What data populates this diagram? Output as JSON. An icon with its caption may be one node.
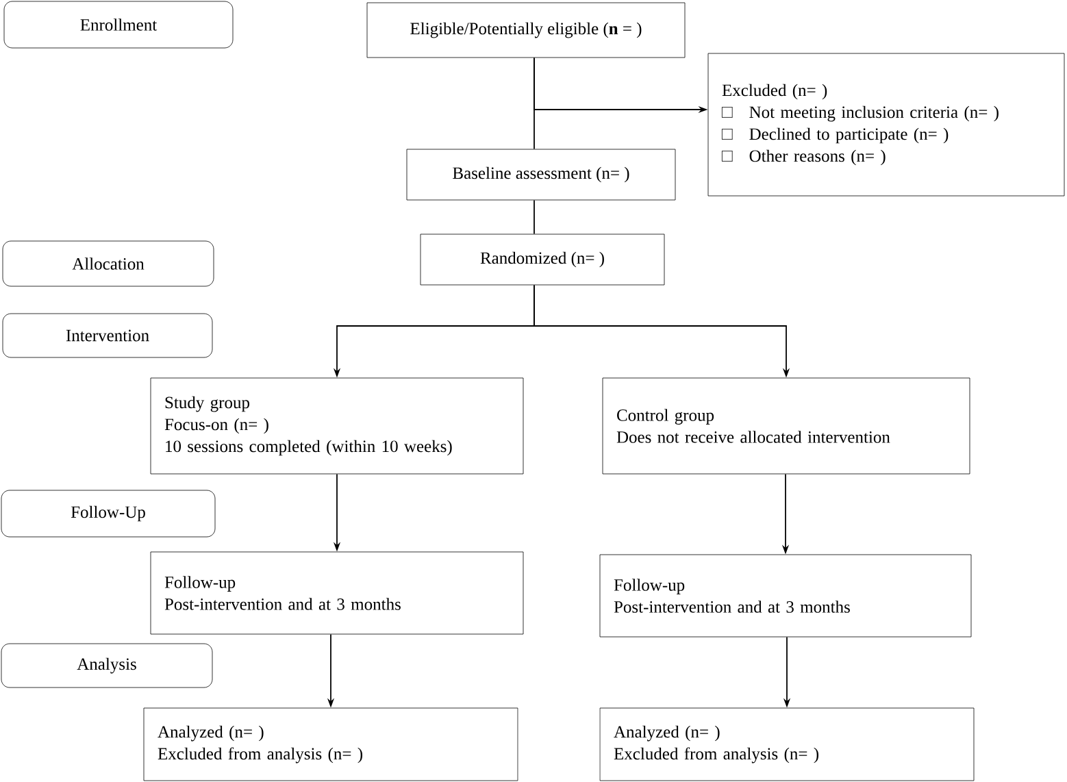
{
  "diagram": {
    "nodes": [
      {
        "text": [
          "Enrollment"
        ]
      },
      {
        "text": [
          "Eligible/Potentially eligible (**n** = )"
        ]
      },
      {
        "text": [
          "Excluded (n=  )",
          "Not meeting inclusion criteria (n=  )",
          "Declined to participate (n=  )",
          "Other reasons (n=  )"
        ]
      },
      {
        "text": [
          "Baseline assessment (n=  )"
        ]
      },
      {
        "text": [
          "Allocation"
        ]
      },
      {
        "text": [
          "Randomized (n=  )"
        ]
      },
      {
        "text": [
          "Intervention"
        ]
      },
      {
        "text": [
          "Study group",
          "Focus-on (n=  )",
          "10 sessions completed (within 10 weeks)"
        ]
      },
      {
        "text": [
          "Control group",
          "Does not receive allocated intervention"
        ]
      },
      {
        "text": [
          "Follow-Up"
        ]
      },
      {
        "text": [
          "Follow-up",
          "Post-intervention and at 3 months"
        ]
      },
      {
        "text": [
          "Follow-up",
          "Post-intervention and at 3 months"
        ]
      },
      {
        "text": [
          "Analysis"
        ]
      },
      {
        "text": [
          "Analyzed  (n=  )",
          "Excluded from analysis (n=  )"
        ]
      },
      {
        "text": [
          "Analyzed  (n=  )",
          "Excluded from analysis (n=  )"
        ]
      }
    ],
    "edges": [
      {
        "from": 1,
        "to": 3,
        "arrow": "none"
      },
      {
        "from": 1,
        "to": 2,
        "arrow": "to"
      },
      {
        "from": 3,
        "to": 5,
        "arrow": "none"
      },
      {
        "from": 5,
        "to": 7,
        "arrow": "to"
      },
      {
        "from": 5,
        "to": 8,
        "arrow": "to"
      },
      {
        "from": 7,
        "to": 10,
        "arrow": "to"
      },
      {
        "from": 8,
        "to": 11,
        "arrow": "to"
      },
      {
        "from": 10,
        "to": 13,
        "arrow": "to"
      },
      {
        "from": 11,
        "to": 14,
        "arrow": "to"
      }
    ]
  }
}
